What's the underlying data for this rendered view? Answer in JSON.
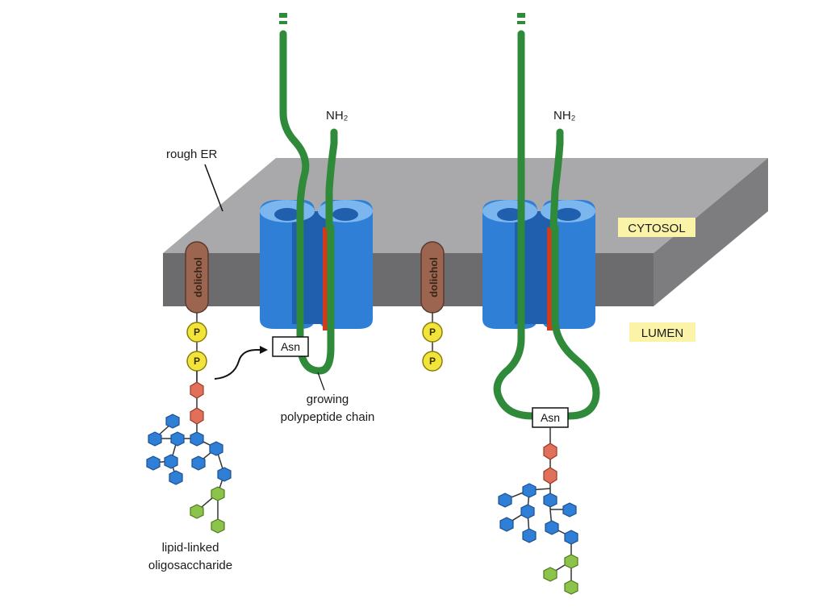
{
  "labels": {
    "rough_er": "rough ER",
    "nh2": "NH₂",
    "cytosol": "CYTOSOL",
    "lumen": "LUMEN",
    "dolichol": "dolichol",
    "phosphate": "P",
    "asn": "Asn",
    "growing_line1": "growing",
    "growing_line2": "polypeptide chain",
    "lipid_line1": "lipid-linked",
    "lipid_line2": "oligosaccharide"
  },
  "colors": {
    "membrane_top": "#a9a9ab",
    "membrane_front": "#6c6c6e",
    "translocon_blue": "#2f7fd6",
    "translocon_dark": "#1f5fae",
    "translocon_light": "#7bb6ef",
    "polypeptide_green": "#2f8a3a",
    "signal_red": "#d23a1c",
    "dolichol_brown": "#9b6550",
    "phosphate_yellow": "#f2e43a",
    "sugar_blue": "#2f7fd6",
    "sugar_green": "#8cc34a",
    "sugar_orange": "#e0705a",
    "tag_yellow": "#fbf3a8"
  }
}
